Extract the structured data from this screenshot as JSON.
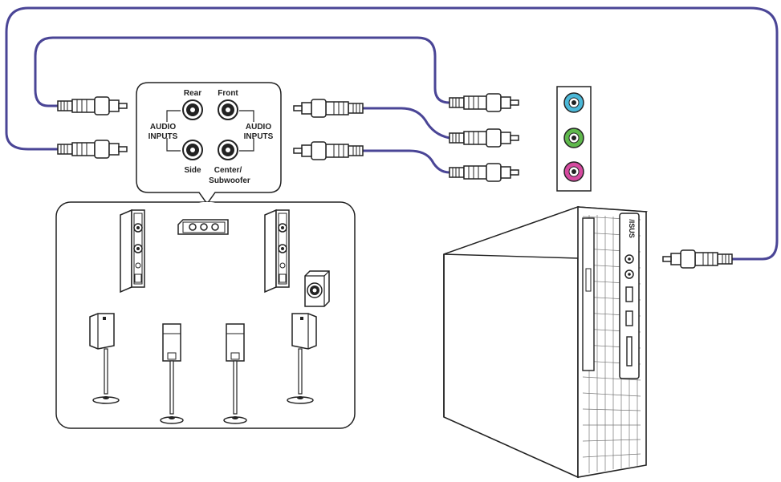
{
  "panel_labels": {
    "rear": "Rear",
    "front": "Front",
    "side": "Side",
    "center_line1": "Center/",
    "center_line2": "Subwoofer",
    "audio_inputs_left_line1": "AUDIO",
    "audio_inputs_left_line2": "INPUTS",
    "audio_inputs_right_line1": "AUDIO",
    "audio_inputs_right_line2": "INPUTS"
  },
  "pc": {
    "brand": "/ISUS"
  },
  "colors": {
    "cable": "#4a4596",
    "jack_blue": "#4bb8d8",
    "jack_green": "#5fb94c",
    "jack_pink": "#d64aa0",
    "line": "#222222"
  }
}
